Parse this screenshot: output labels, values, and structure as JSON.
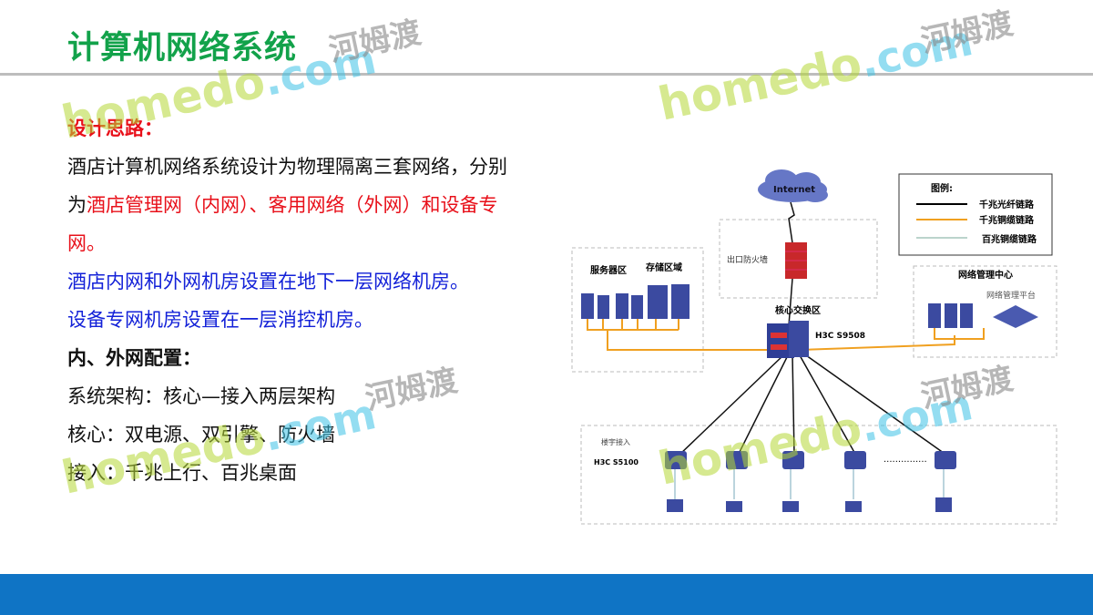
{
  "title": "计算机网络系统",
  "content": {
    "heading1": "设计思路：",
    "para1_a": "酒店计算机网络系统设计为物理隔离三套网络，分别",
    "para1_b_prefix": "为",
    "para1_b_red": "酒店管理网（内网）、客用网络（外网）和设备专",
    "para1_c_red": "网。",
    "blue1": "酒店内网和外网机房设置在地下一层网络机房。",
    "blue2": "设备专网机房设置在一层消控机房。",
    "heading2": "内、外网配置：",
    "line1": "系统架构：核心—接入两层架构",
    "line2": "核心：双电源、双引擎、防火墙",
    "line3": "接入：千兆上行、百兆桌面"
  },
  "diagram": {
    "internet": "Internet",
    "firewall_label": "出口防火墙",
    "legend_title": "图例:",
    "legend": [
      "千兆光纤链路",
      "千兆铜缆链路",
      "百兆铜缆链路"
    ],
    "server_zone": "服务器区",
    "storage_zone": "存储区域",
    "core_zone": "核心交换区",
    "core_switch": "H3C S9508",
    "mgmt_center": "网络管理中心",
    "mgmt_platform": "网络管理平台",
    "access_zone": "楼宇接入",
    "access_switch": "H3C S5100",
    "ellipsis": "..............."
  },
  "watermark": {
    "brand": "homedo",
    "domain": ".com",
    "cn": "河姆渡"
  },
  "colors": {
    "title": "#12a24a",
    "red": "#e8101a",
    "blue": "#1321d8",
    "footer": "#0f74c5",
    "orange": "#f0a020",
    "device": "#3b4aa0"
  }
}
